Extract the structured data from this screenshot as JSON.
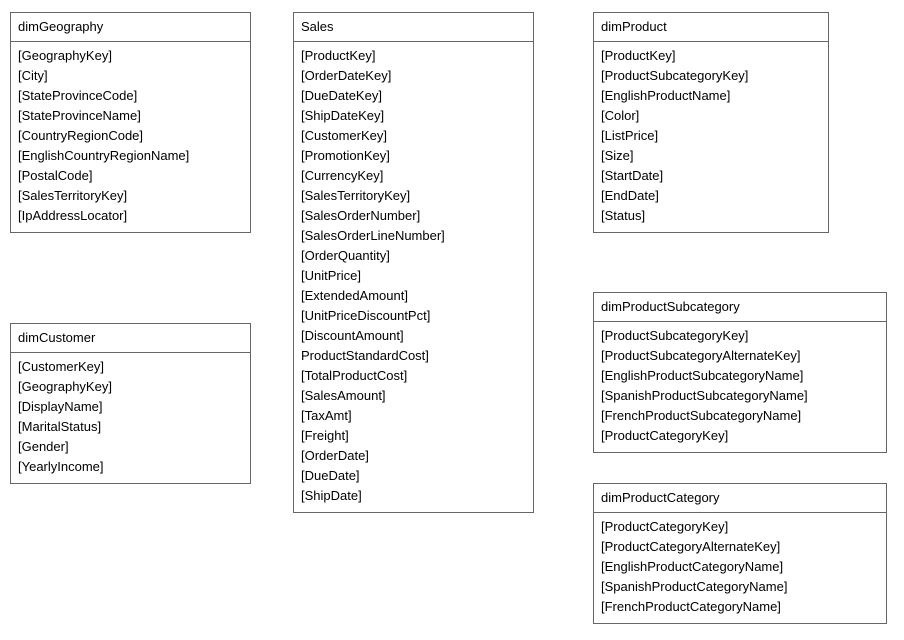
{
  "colors": {
    "background": "#ffffff",
    "border": "#666666",
    "text": "#000000"
  },
  "diagram": {
    "tables": [
      {
        "id": "dimGeography",
        "title": "dimGeography",
        "fields": [
          "[GeographyKey]",
          "[City]",
          "[StateProvinceCode]",
          "[StateProvinceName]",
          "[CountryRegionCode]",
          "[EnglishCountryRegionName]",
          "[PostalCode]",
          "[SalesTerritoryKey]",
          "[IpAddressLocator]"
        ]
      },
      {
        "id": "Sales",
        "title": "Sales",
        "fields": [
          "[ProductKey]",
          "[OrderDateKey]",
          "[DueDateKey]",
          "[ShipDateKey]",
          "[CustomerKey]",
          "[PromotionKey]",
          "[CurrencyKey]",
          "[SalesTerritoryKey]",
          "[SalesOrderNumber]",
          "[SalesOrderLineNumber]",
          "[OrderQuantity]",
          "[UnitPrice]",
          "[ExtendedAmount]",
          "[UnitPriceDiscountPct]",
          "[DiscountAmount]",
          "ProductStandardCost]",
          "[TotalProductCost]",
          "[SalesAmount]",
          "[TaxAmt]",
          "[Freight]",
          "[OrderDate]",
          "[DueDate]",
          "[ShipDate]"
        ]
      },
      {
        "id": "dimProduct",
        "title": "dimProduct",
        "fields": [
          "[ProductKey]",
          "[ProductSubcategoryKey]",
          "[EnglishProductName]",
          "[Color]",
          "[ListPrice]",
          "[Size]",
          "[StartDate]",
          "[EndDate]",
          "[Status]"
        ]
      },
      {
        "id": "dimCustomer",
        "title": "dimCustomer",
        "fields": [
          "[CustomerKey]",
          "[GeographyKey]",
          "[DisplayName]",
          "[MaritalStatus]",
          "[Gender]",
          "[YearlyIncome]"
        ]
      },
      {
        "id": "dimProductSubcategory",
        "title": "dimProductSubcategory",
        "fields": [
          "[ProductSubcategoryKey]",
          "[ProductSubcategoryAlternateKey]",
          "[EnglishProductSubcategoryName]",
          "[SpanishProductSubcategoryName]",
          "[FrenchProductSubcategoryName]",
          "[ProductCategoryKey]"
        ]
      },
      {
        "id": "dimProductCategory",
        "title": "dimProductCategory",
        "fields": [
          "[ProductCategoryKey]",
          "[ProductCategoryAlternateKey]",
          "[EnglishProductCategoryName]",
          "[SpanishProductCategoryName]",
          "[FrenchProductCategoryName]"
        ]
      }
    ]
  }
}
